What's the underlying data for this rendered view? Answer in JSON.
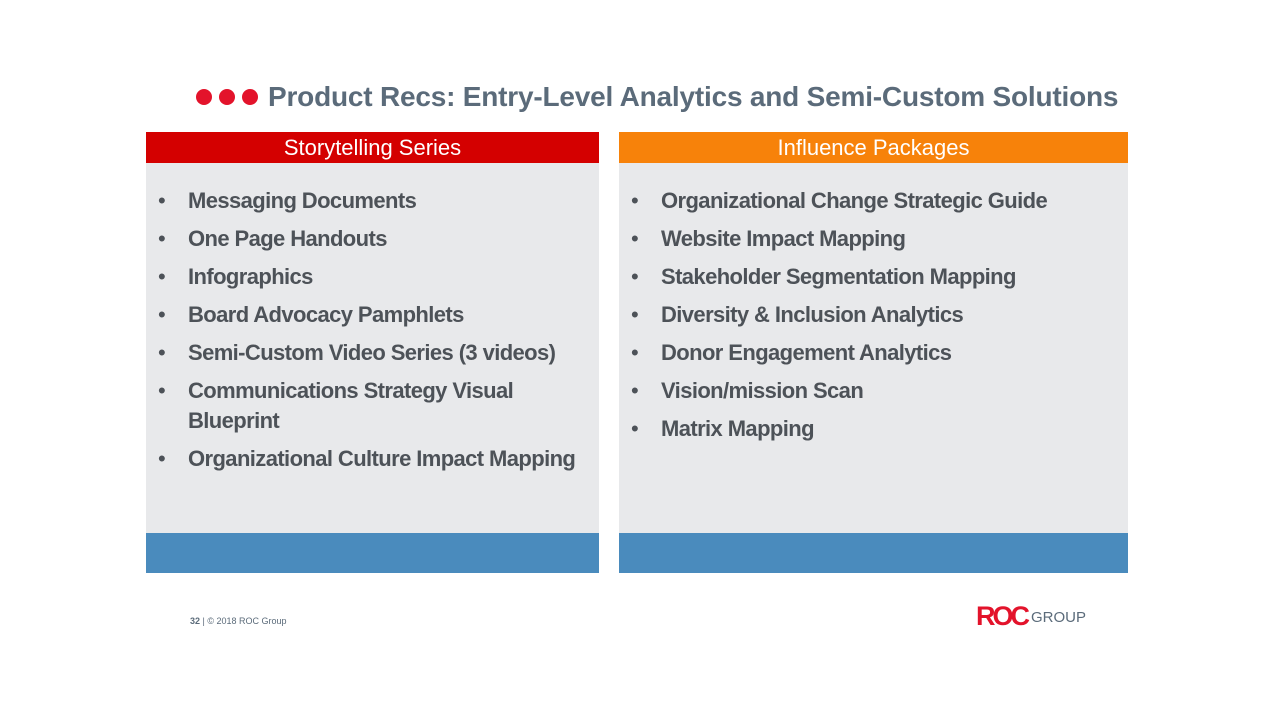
{
  "slide": {
    "title": "Product Recs: Entry-Level Analytics and Semi-Custom Solutions",
    "page_number": "32",
    "copyright": "| © 2018 ROC Group"
  },
  "panels": {
    "left": {
      "header": "Storytelling Series",
      "items": [
        "Messaging Documents",
        "One Page Handouts",
        "Infographics",
        "Board Advocacy Pamphlets",
        "Semi-Custom Video Series (3 videos)",
        "Communications Strategy Visual Blueprint",
        "Organizational Culture Impact Mapping"
      ]
    },
    "right": {
      "header": "Influence Packages",
      "items": [
        "Organizational Change Strategic Guide",
        "Website Impact Mapping",
        "Stakeholder Segmentation Mapping",
        "Diversity & Inclusion Analytics",
        "Donor Engagement Analytics",
        "Vision/mission Scan",
        "Matrix Mapping"
      ]
    }
  },
  "logo": {
    "mark": "ROC",
    "text": "GROUP"
  },
  "colors": {
    "accent_red": "#e3132b",
    "left_header": "#d40000",
    "right_header": "#f7820a",
    "footer_bar": "#4a8bbd",
    "panel_bg": "#e8e9eb"
  }
}
